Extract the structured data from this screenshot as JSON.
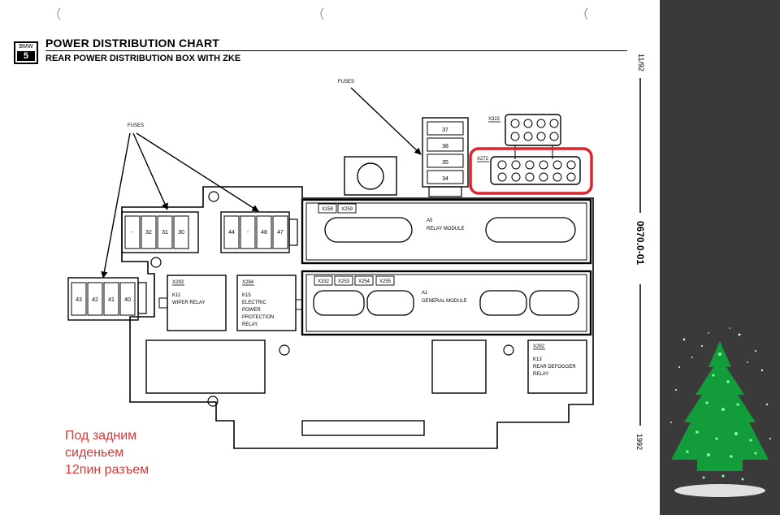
{
  "header": {
    "logo_top": "BMW",
    "logo_bottom": "5",
    "title": "POWER DISTRIBUTION CHART",
    "subtitle": "REAR POWER DISTRIBUTION BOX WITH ZKE"
  },
  "margin": {
    "date": "11/92",
    "doc_number": "0670.0-01",
    "year": "1992"
  },
  "labels": {
    "fuses_top": "FUSES",
    "fuses_left": "FUSES"
  },
  "fuse_groups": {
    "vertical": [
      "37",
      "38",
      "35",
      "34"
    ],
    "group_32": [
      "-",
      "32",
      "31",
      "30"
    ],
    "group_44": [
      "44",
      "-",
      "48",
      "47"
    ],
    "group_43": [
      "43",
      "42",
      "41",
      "40"
    ]
  },
  "connectors": {
    "x322": "X322",
    "x272": "X272",
    "x258": "X258",
    "x259": "X259",
    "x332": "X332",
    "x253": "X253",
    "x254": "X254",
    "x255": "X255",
    "x293": "X293",
    "x294": "X294",
    "x292": "X292"
  },
  "modules": {
    "a5_id": "A5",
    "a5_name": "RELAY MODULE",
    "a1_id": "A1",
    "a1_name": "GENERAL MODULE"
  },
  "relays": {
    "k11_id": "K11",
    "k11_name": "WIPER RELAY",
    "k15_id": "K15",
    "k15_lines": [
      "ELECTRIC",
      "POWER",
      "PROTECTION",
      "RELAY"
    ],
    "k13_id": "K13",
    "k13_lines": [
      "REAR DEFOGGER",
      "RELAY"
    ]
  },
  "note": {
    "lines": [
      "Под задним",
      "сиденьем",
      "12пин разъем"
    ]
  },
  "colors": {
    "highlight": "#d8242a",
    "note_text": "#d23a3a",
    "sidebar": "#3a3a3a",
    "tree": "#1ec94a"
  }
}
